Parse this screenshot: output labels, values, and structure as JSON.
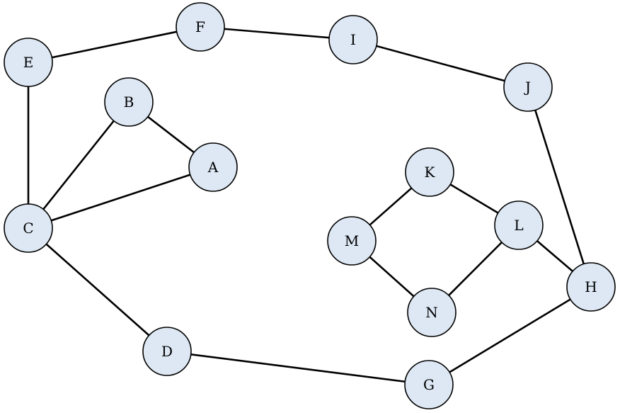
{
  "graph": {
    "node_fill": "#dde8f4",
    "node_stroke": "#000000",
    "edge_color": "#000000",
    "nodes": [
      {
        "id": "A",
        "label": "A"
      },
      {
        "id": "B",
        "label": "B"
      },
      {
        "id": "C",
        "label": "C"
      },
      {
        "id": "D",
        "label": "D"
      },
      {
        "id": "E",
        "label": "E"
      },
      {
        "id": "F",
        "label": "F"
      },
      {
        "id": "G",
        "label": "G"
      },
      {
        "id": "H",
        "label": "H"
      },
      {
        "id": "I",
        "label": "I"
      },
      {
        "id": "J",
        "label": "J"
      },
      {
        "id": "K",
        "label": "K"
      },
      {
        "id": "L",
        "label": "L"
      },
      {
        "id": "M",
        "label": "M"
      },
      {
        "id": "N",
        "label": "N"
      }
    ],
    "edges": [
      [
        "E",
        "F"
      ],
      [
        "F",
        "I"
      ],
      [
        "I",
        "J"
      ],
      [
        "J",
        "H"
      ],
      [
        "E",
        "C"
      ],
      [
        "B",
        "C"
      ],
      [
        "B",
        "A"
      ],
      [
        "A",
        "C"
      ],
      [
        "C",
        "D"
      ],
      [
        "D",
        "G"
      ],
      [
        "G",
        "H"
      ],
      [
        "K",
        "M"
      ],
      [
        "K",
        "L"
      ],
      [
        "L",
        "H"
      ],
      [
        "L",
        "N"
      ],
      [
        "M",
        "N"
      ]
    ]
  }
}
